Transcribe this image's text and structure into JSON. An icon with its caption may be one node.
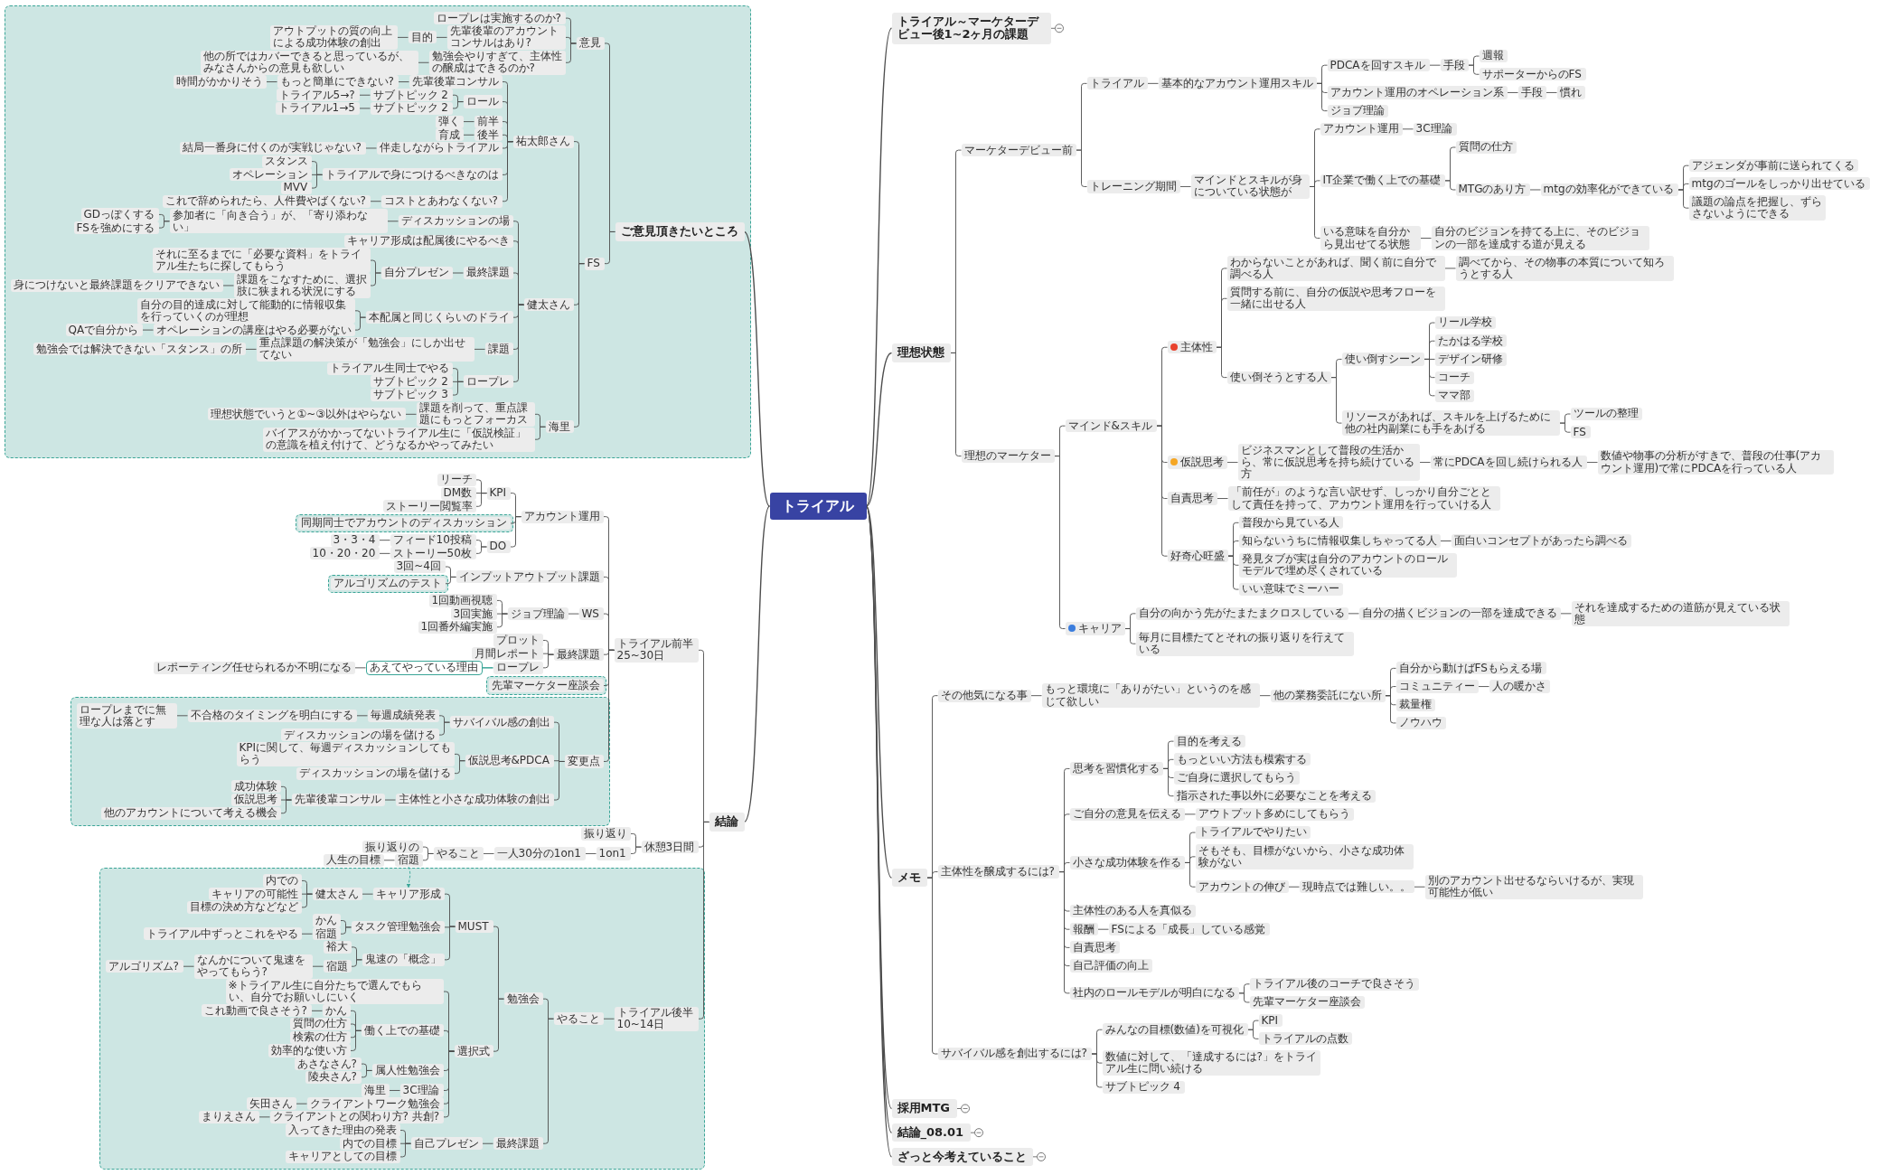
{
  "diagram": {
    "nodes": [
      {
        "text": [
          "トライアル"
        ]
      },
      {
        "text": [
          "トライアル～マーケターデビュー後1~2ヶ月の課題"
        ]
      },
      {
        "text": [
          "理想状態"
        ]
      },
      {
        "text": [
          "マーケターデビュー前"
        ]
      },
      {
        "text": [
          "トライアル"
        ]
      },
      {
        "text": [
          "基本的なアカウント運用スキル"
        ]
      },
      {
        "text": [
          "PDCAを回すスキル"
        ]
      },
      {
        "text": [
          "手段"
        ]
      },
      {
        "text": [
          "週報"
        ]
      },
      {
        "text": [
          "サポーターからのFS"
        ]
      },
      {
        "text": [
          "アカウント運用のオペレーション系"
        ]
      },
      {
        "text": [
          "手段"
        ]
      },
      {
        "text": [
          "慣れ"
        ]
      },
      {
        "text": [
          "ジョブ理論"
        ]
      },
      {
        "text": [
          "トレーニング期間"
        ]
      },
      {
        "text": [
          "マインドとスキルが身についている状態が"
        ]
      },
      {
        "text": [
          "アカウント運用"
        ]
      },
      {
        "text": [
          "3C理論"
        ]
      },
      {
        "text": [
          "IT企業で働く上での基礎"
        ]
      },
      {
        "text": [
          "質問の仕方"
        ]
      },
      {
        "text": [
          "MTGのあり方"
        ]
      },
      {
        "text": [
          "mtgの効率化ができている"
        ]
      },
      {
        "text": [
          "アジェンダが事前に送られてくる"
        ]
      },
      {
        "text": [
          "mtgのゴールをしっかり出せている"
        ]
      },
      {
        "text": [
          "議題の論点を把握し、ずらさないようにできる"
        ]
      },
      {
        "text": [
          "いる意味を自分から見出せてる状態"
        ]
      },
      {
        "text": [
          "自分のビジョンを持てる上に、そのビジョンの一部を達成する道が見える"
        ]
      },
      {
        "text": [
          "理想のマーケター"
        ]
      },
      {
        "text": [
          "マインド&スキル"
        ]
      },
      {
        "text": [
          "主体性"
        ]
      },
      {
        "text": [
          "わからないことがあれば、聞く前に自分で調べる人"
        ]
      },
      {
        "text": [
          "調べてから、その物事の本質について知ろうとする人"
        ]
      },
      {
        "text": [
          "質問する前に、自分の仮説や思考フローを一緒に出せる人"
        ]
      },
      {
        "text": [
          "使い倒そうとする人"
        ]
      },
      {
        "text": [
          "使い倒すシーン"
        ]
      },
      {
        "text": [
          "リール学校"
        ]
      },
      {
        "text": [
          "たかはる学校"
        ]
      },
      {
        "text": [
          "デザイン研修"
        ]
      },
      {
        "text": [
          "コーチ"
        ]
      },
      {
        "text": [
          "ママ部"
        ]
      },
      {
        "text": [
          "リソースがあれば、スキルを上げるために他の社内副業にも手をあげる"
        ]
      },
      {
        "text": [
          "ツールの整理"
        ]
      },
      {
        "text": [
          "FS"
        ]
      },
      {
        "text": [
          "仮説思考"
        ]
      },
      {
        "text": [
          "ビジネスマンとして普段の生活から、常に仮説思考を持ち続けている方"
        ]
      },
      {
        "text": [
          "常にPDCAを回し続けられる人"
        ]
      },
      {
        "text": [
          "数値や物事の分析がすきで、普段の仕事(アカウント運用)で常にPDCAを行っている人"
        ]
      },
      {
        "text": [
          "自責思考"
        ]
      },
      {
        "text": [
          "「前任が」のような言い訳せず、しっかり自分ごととして責任を持って、アカウント運用を行っていける人"
        ]
      },
      {
        "text": [
          "好奇心旺盛"
        ]
      },
      {
        "text": [
          "普段から見ている人"
        ]
      },
      {
        "text": [
          "知らないうちに情報収集しちゃってる人"
        ]
      },
      {
        "text": [
          "面白いコンセプトがあったら調べる"
        ]
      },
      {
        "text": [
          "発見タブが実は自分のアカウントのロールモデルで埋め尽くされている"
        ]
      },
      {
        "text": [
          "いい意味でミーハー"
        ]
      },
      {
        "text": [
          "キャリア"
        ]
      },
      {
        "text": [
          "自分の向かう先がたまたまクロスしている"
        ]
      },
      {
        "text": [
          "自分の描くビジョンの一部を達成できる"
        ]
      },
      {
        "text": [
          "それを達成するための道筋が見えている状態"
        ]
      },
      {
        "text": [
          "毎月に目標たてとそれの振り返りを行えている"
        ]
      },
      {
        "text": [
          "メモ"
        ]
      },
      {
        "text": [
          "その他気になる事"
        ]
      },
      {
        "text": [
          "もっと環境に「ありがたい」というのを感じて欲しい"
        ]
      },
      {
        "text": [
          "他の業務委託にない所"
        ]
      },
      {
        "text": [
          "自分から動けばFSもらえる場"
        ]
      },
      {
        "text": [
          "コミュニティー"
        ]
      },
      {
        "text": [
          "人の暖かさ"
        ]
      },
      {
        "text": [
          "裁量権"
        ]
      },
      {
        "text": [
          "ノウハウ"
        ]
      },
      {
        "text": [
          "主体性を醸成するには?"
        ]
      },
      {
        "text": [
          "思考を習慣化する"
        ]
      },
      {
        "text": [
          "目的を考える"
        ]
      },
      {
        "text": [
          "もっといい方法も模索する"
        ]
      },
      {
        "text": [
          "ご自身に選択してもらう"
        ]
      },
      {
        "text": [
          "指示された事以外に必要なことを考える"
        ]
      },
      {
        "text": [
          "ご自分の意見を伝える"
        ]
      },
      {
        "text": [
          "アウトプット多めにしてもらう"
        ]
      },
      {
        "text": [
          "小さな成功体験を作る"
        ]
      },
      {
        "text": [
          "トライアルでやりたい"
        ]
      },
      {
        "text": [
          "そもそも、目標がないから、小さな成功体験がない"
        ]
      },
      {
        "text": [
          "アカウントの伸び"
        ]
      },
      {
        "text": [
          "現時点では難しい。。"
        ]
      },
      {
        "text": [
          "別のアカウント出せるならいけるが、実現可能性が低い"
        ]
      },
      {
        "text": [
          "主体性のある人を真似る"
        ]
      },
      {
        "text": [
          "報酬"
        ]
      },
      {
        "text": [
          "FSによる「成長」している感覚"
        ]
      },
      {
        "text": [
          "自責思考"
        ]
      },
      {
        "text": [
          "自己評価の向上"
        ]
      },
      {
        "text": [
          "社内のロールモデルが明白になる"
        ]
      },
      {
        "text": [
          "トライアル後のコーチで良さそう"
        ]
      },
      {
        "text": [
          "先輩マーケター座談会"
        ]
      },
      {
        "text": [
          "サバイバル感を創出するには?"
        ]
      },
      {
        "text": [
          "みんなの目標(数値)を可視化"
        ]
      },
      {
        "text": [
          "KPI"
        ]
      },
      {
        "text": [
          "トライアルの点数"
        ]
      },
      {
        "text": [
          "数値に対して、「達成するには?」をトライアル生に問い続ける"
        ]
      },
      {
        "text": [
          "サブトピック 4"
        ]
      },
      {
        "text": [
          "採用MTG"
        ]
      },
      {
        "text": [
          "結論_08.01"
        ]
      },
      {
        "text": [
          "ざっと今考えていること"
        ]
      },
      {
        "text": [],
        "shape": "box"
      },
      {
        "text": [
          "ご意見頂きたいところ"
        ],
        "in": 100
      },
      {
        "text": [
          "意見"
        ],
        "in": 100
      },
      {
        "text": [
          "ロープレは実施するのか?"
        ],
        "in": 100
      },
      {
        "text": [
          "先輩後輩のアカウントコンサルはあり?"
        ],
        "in": 100
      },
      {
        "text": [
          "目的"
        ],
        "in": 100
      },
      {
        "text": [
          "アウトプットの質の向上による成功体験の創出"
        ],
        "in": 100
      },
      {
        "text": [
          "勉強会やりすぎて、主体性の醸成はできるのか?"
        ],
        "in": 100
      },
      {
        "text": [
          "他の所ではカバーできると思っているが、みなさんからの意見も欲しい"
        ],
        "in": 100
      },
      {
        "text": [
          "FS"
        ],
        "in": 100
      },
      {
        "text": [
          "祐太郎さん"
        ],
        "in": 100
      },
      {
        "text": [
          "先輩後輩コンサル"
        ],
        "in": 100
      },
      {
        "text": [
          "もっと簡単にできない?"
        ],
        "in": 100
      },
      {
        "text": [
          "時間がかかりそう"
        ],
        "in": 100
      },
      {
        "text": [
          "ロール"
        ],
        "in": 100
      },
      {
        "text": [
          "サブトピック 2"
        ],
        "in": 100
      },
      {
        "text": [
          "トライアル5→?"
        ],
        "in": 100
      },
      {
        "text": [
          "サブトピック 2"
        ],
        "in": 100
      },
      {
        "text": [
          "トライアル1→5"
        ],
        "in": 100
      },
      {
        "text": [
          "前半"
        ],
        "in": 100
      },
      {
        "text": [
          "弾く"
        ],
        "in": 100
      },
      {
        "text": [
          "後半"
        ],
        "in": 100
      },
      {
        "text": [
          "育成"
        ],
        "in": 100
      },
      {
        "text": [
          "伴走しながらトライアル"
        ],
        "in": 100
      },
      {
        "text": [
          "結局一番身に付くのが実戦じゃない?"
        ],
        "in": 100
      },
      {
        "text": [
          "トライアルで身につけるべきなのは"
        ],
        "in": 100
      },
      {
        "text": [
          "スタンス"
        ],
        "in": 100
      },
      {
        "text": [
          "オペレーション"
        ],
        "in": 100
      },
      {
        "text": [
          "MVV"
        ],
        "in": 100
      },
      {
        "text": [
          "コストとあわなくない?"
        ],
        "in": 100
      },
      {
        "text": [
          "これで辞められたら、人件費やばくない?"
        ],
        "in": 100
      },
      {
        "text": [
          "健太さん"
        ],
        "in": 100
      },
      {
        "text": [
          "ディスカッションの場"
        ],
        "in": 100
      },
      {
        "text": [
          "参加者に「向き合う」が、「寄り添わない」"
        ],
        "in": 100
      },
      {
        "text": [
          "GDっぽくする"
        ],
        "in": 100
      },
      {
        "text": [
          "FSを強めにする"
        ],
        "in": 100
      },
      {
        "text": [
          "キャリア形成は配属後にやるべき"
        ],
        "in": 100
      },
      {
        "text": [
          "最終課題"
        ],
        "in": 100
      },
      {
        "text": [
          "自分プレゼン"
        ],
        "in": 100
      },
      {
        "text": [
          "それに至るまでに「必要な資料」をトライアル生たちに探してもらう"
        ],
        "in": 100
      },
      {
        "text": [
          "課題をこなすために、選択肢に狭まれる状況にする"
        ],
        "in": 100
      },
      {
        "text": [
          "身につけないと最終課題をクリアできない"
        ],
        "in": 100
      },
      {
        "text": [
          "本配属と同じくらいのドライ"
        ],
        "in": 100
      },
      {
        "text": [
          "自分の目的達成に対して能動的に情報収集を行っていくのが理想"
        ],
        "in": 100
      },
      {
        "text": [
          "オペレーションの講座はやる必要がない"
        ],
        "in": 100
      },
      {
        "text": [
          "QAで自分から"
        ],
        "in": 100
      },
      {
        "text": [
          "課題"
        ],
        "in": 100
      },
      {
        "text": [
          "重点課題の解決策が「勉強会」にしか出せてない"
        ],
        "in": 100
      },
      {
        "text": [
          "勉強会では解決できない「スタンス」の所"
        ],
        "in": 100
      },
      {
        "text": [
          "ロープレ"
        ],
        "in": 100
      },
      {
        "text": [
          "トライアル生同士でやる"
        ],
        "in": 100
      },
      {
        "text": [
          "サブトピック 2"
        ],
        "in": 100
      },
      {
        "text": [
          "サブトピック 3"
        ],
        "in": 100
      },
      {
        "text": [
          "海里"
        ],
        "in": 100
      },
      {
        "text": [
          "課題を削って、重点課題にもっとフォーカス"
        ],
        "in": 100
      },
      {
        "text": [
          "理想状態でいうと①~③以外はやらない"
        ],
        "in": 100
      },
      {
        "text": [
          "バイアスがかかってないトライアル生に「仮説検証」の意識を植え付けて、どうなるかやってみたい"
        ],
        "in": 100
      },
      {
        "text": [
          "結論"
        ]
      },
      {
        "text": [
          "トライアル前半25~30日"
        ]
      },
      {
        "text": [
          "アカウント運用"
        ]
      },
      {
        "text": [
          "KPI"
        ]
      },
      {
        "text": [
          "リーチ"
        ]
      },
      {
        "text": [
          "DM数"
        ]
      },
      {
        "text": [
          "ストーリー閲覧率"
        ]
      },
      {
        "text": [],
        "shape": "box"
      },
      {
        "text": [
          "同期同士でアカウントのディスカッション"
        ],
        "in": 164
      },
      {
        "text": [
          "DO"
        ]
      },
      {
        "text": [
          "フィード10投稿"
        ]
      },
      {
        "text": [
          "3・3・4"
        ]
      },
      {
        "text": [
          "ストーリー50枚"
        ]
      },
      {
        "text": [
          "10・20・20"
        ]
      },
      {
        "text": [
          "インプットアウトプット課題"
        ]
      },
      {
        "text": [
          "3回~4回"
        ]
      },
      {
        "text": [],
        "shape": "box"
      },
      {
        "text": [
          "アルゴリズムのテスト"
        ],
        "in": 173
      },
      {
        "text": [
          "WS"
        ]
      },
      {
        "text": [
          "ジョブ理論"
        ]
      },
      {
        "text": [
          "1回動画視聴"
        ]
      },
      {
        "text": [
          "3回実施"
        ]
      },
      {
        "text": [
          "1回番外編実施"
        ]
      },
      {
        "text": [
          "最終課題"
        ]
      },
      {
        "text": [
          "プロット"
        ]
      },
      {
        "text": [
          "月間レポート"
        ]
      },
      {
        "text": [
          "ロープレ"
        ]
      },
      {
        "text": [
          "あえてやっている理由"
        ]
      },
      {
        "text": [
          "レポーティング任せられるか不明になる"
        ]
      },
      {
        "text": [],
        "shape": "box"
      },
      {
        "text": [
          "先輩マーケター座談会"
        ],
        "in": 186
      },
      {
        "text": [],
        "shape": "box"
      },
      {
        "text": [
          "変更点"
        ],
        "in": 188
      },
      {
        "text": [
          "サバイバル感の創出"
        ],
        "in": 188
      },
      {
        "text": [
          "毎週成績発表"
        ],
        "in": 188
      },
      {
        "text": [
          "不合格のタイミングを明白にする"
        ],
        "in": 188
      },
      {
        "text": [
          "ロープレまでに無理な人は落とす"
        ],
        "in": 188
      },
      {
        "text": [
          "ディスカッションの場を儲ける"
        ],
        "in": 188
      },
      {
        "text": [
          "仮説思考&PDCA"
        ],
        "in": 188
      },
      {
        "text": [
          "KPIに関して、毎週ディスカッションしてもらう"
        ],
        "in": 188
      },
      {
        "text": [
          "ディスカッションの場を儲ける"
        ],
        "in": 188
      },
      {
        "text": [
          "主体性と小さな成功体験の創出"
        ],
        "in": 188
      },
      {
        "text": [
          "先輩後輩コンサル"
        ],
        "in": 188
      },
      {
        "text": [
          "成功体験"
        ],
        "in": 188
      },
      {
        "text": [
          "仮説思考"
        ],
        "in": 188
      },
      {
        "text": [
          "他のアカウントについて考える機会"
        ],
        "in": 188
      },
      {
        "text": [
          "休憩3日間"
        ]
      },
      {
        "text": [
          "振り返り"
        ]
      },
      {
        "text": [
          "1on1"
        ]
      },
      {
        "text": [
          "一人30分の1on1"
        ]
      },
      {
        "text": [
          "やること"
        ]
      },
      {
        "text": [
          "振り返りの"
        ]
      },
      {
        "text": [
          "宿題"
        ]
      },
      {
        "text": [
          "人生の目標"
        ]
      },
      {
        "text": [],
        "shape": "box"
      },
      {
        "text": [
          "トライアル後半10~14日"
        ],
        "in": 211
      },
      {
        "text": [
          "やること"
        ],
        "in": 211
      },
      {
        "text": [
          "勉強会"
        ],
        "in": 211
      },
      {
        "text": [
          "MUST"
        ],
        "in": 211
      },
      {
        "text": [
          "キャリア形成"
        ],
        "in": 211
      },
      {
        "text": [
          "健太さん"
        ],
        "in": 211
      },
      {
        "text": [
          "内での"
        ],
        "in": 211
      },
      {
        "text": [
          "キャリアの可能性"
        ],
        "in": 211
      },
      {
        "text": [
          "目標の決め方などなど"
        ],
        "in": 211
      },
      {
        "text": [
          "タスク管理勉強会"
        ],
        "in": 211
      },
      {
        "text": [
          "かん"
        ],
        "in": 211
      },
      {
        "text": [
          "宿題"
        ],
        "in": 211
      },
      {
        "text": [
          "トライアル中ずっとこれをやる"
        ],
        "in": 211
      },
      {
        "text": [
          "鬼速の「概念」"
        ],
        "in": 211
      },
      {
        "text": [
          "裕大"
        ],
        "in": 211
      },
      {
        "text": [
          "宿題"
        ],
        "in": 211
      },
      {
        "text": [
          "なんかについて鬼速をやってもらう?"
        ],
        "in": 211
      },
      {
        "text": [
          "アルゴリズム?"
        ],
        "in": 211
      },
      {
        "text": [
          "選択式"
        ],
        "in": 211
      },
      {
        "text": [
          "※トライアル生に自分たちで選んでもらい、自分でお願いしにいく"
        ],
        "in": 211
      },
      {
        "text": [
          "働く上での基礎"
        ],
        "in": 211
      },
      {
        "text": [
          "かん"
        ],
        "in": 211
      },
      {
        "text": [
          "これ動画で良さそう?"
        ],
        "in": 211
      },
      {
        "text": [
          "質問の仕方"
        ],
        "in": 211
      },
      {
        "text": [
          "検索の仕方"
        ],
        "in": 211
      },
      {
        "text": [
          "効率的な使い方"
        ],
        "in": 211
      },
      {
        "text": [
          "属人性勉強会"
        ],
        "in": 211
      },
      {
        "text": [
          "あさなさん?"
        ],
        "in": 211
      },
      {
        "text": [
          "陵央さん?"
        ],
        "in": 211
      },
      {
        "text": [
          "3C理論"
        ],
        "in": 211
      },
      {
        "text": [
          "海里"
        ],
        "in": 211
      },
      {
        "text": [
          "クライアントワーク勉強会"
        ],
        "in": 211
      },
      {
        "text": [
          "矢田さん"
        ],
        "in": 211
      },
      {
        "text": [
          "クライアントとの関わり方? 共創?"
        ],
        "in": 211
      },
      {
        "text": [
          "まりえさん"
        ],
        "in": 211
      },
      {
        "text": [
          "最終課題"
        ],
        "in": 211
      },
      {
        "text": [
          "自己プレゼン"
        ],
        "in": 211
      },
      {
        "text": [
          "入ってきた理由の発表"
        ],
        "in": 211
      },
      {
        "text": [
          "内での目標"
        ],
        "in": 211
      },
      {
        "text": [
          "キャリアとしての目標"
        ],
        "in": 211
      }
    ],
    "edges": [
      {
        "from": 0,
        "to": 1,
        "arrow": "none"
      },
      {
        "from": 0,
        "to": 2,
        "arrow": "none"
      },
      {
        "from": 2,
        "to": 3,
        "arrow": "none"
      },
      {
        "from": 3,
        "to": 4,
        "arrow": "none"
      },
      {
        "from": 4,
        "to": 5,
        "arrow": "none"
      },
      {
        "from": 5,
        "to": 6,
        "arrow": "none"
      },
      {
        "from": 6,
        "to": 7,
        "arrow": "none"
      },
      {
        "from": 7,
        "to": 8,
        "arrow": "none"
      },
      {
        "from": 7,
        "to": 9,
        "arrow": "none"
      },
      {
        "from": 5,
        "to": 10,
        "arrow": "none"
      },
      {
        "from": 10,
        "to": 11,
        "arrow": "none"
      },
      {
        "from": 11,
        "to": 12,
        "arrow": "none"
      },
      {
        "from": 5,
        "to": 13,
        "arrow": "none"
      },
      {
        "from": 3,
        "to": 14,
        "arrow": "none"
      },
      {
        "from": 14,
        "to": 15,
        "arrow": "none"
      },
      {
        "from": 15,
        "to": 16,
        "arrow": "none"
      },
      {
        "from": 16,
        "to": 17,
        "arrow": "none"
      },
      {
        "from": 15,
        "to": 18,
        "arrow": "none"
      },
      {
        "from": 18,
        "to": 19,
        "arrow": "none"
      },
      {
        "from": 18,
        "to": 20,
        "arrow": "none"
      },
      {
        "from": 20,
        "to": 21,
        "arrow": "none"
      },
      {
        "from": 21,
        "to": 22,
        "arrow": "none"
      },
      {
        "from": 21,
        "to": 23,
        "arrow": "none"
      },
      {
        "from": 21,
        "to": 24,
        "arrow": "none"
      },
      {
        "from": 15,
        "to": 25,
        "arrow": "none"
      },
      {
        "from": 25,
        "to": 26,
        "arrow": "none"
      },
      {
        "from": 2,
        "to": 27,
        "arrow": "none"
      },
      {
        "from": 27,
        "to": 28,
        "arrow": "none"
      },
      {
        "from": 28,
        "to": 29,
        "arrow": "none"
      },
      {
        "from": 29,
        "to": 30,
        "arrow": "none"
      },
      {
        "from": 30,
        "to": 31,
        "arrow": "none"
      },
      {
        "from": 29,
        "to": 32,
        "arrow": "none"
      },
      {
        "from": 29,
        "to": 33,
        "arrow": "none"
      },
      {
        "from": 33,
        "to": 34,
        "arrow": "none"
      },
      {
        "from": 34,
        "to": 35,
        "arrow": "none"
      },
      {
        "from": 34,
        "to": 36,
        "arrow": "none"
      },
      {
        "from": 34,
        "to": 37,
        "arrow": "none"
      },
      {
        "from": 34,
        "to": 38,
        "arrow": "none"
      },
      {
        "from": 34,
        "to": 39,
        "arrow": "none"
      },
      {
        "from": 33,
        "to": 40,
        "arrow": "none"
      },
      {
        "from": 40,
        "to": 41,
        "arrow": "none"
      },
      {
        "from": 40,
        "to": 42,
        "arrow": "none"
      },
      {
        "from": 28,
        "to": 43,
        "arrow": "none"
      },
      {
        "from": 43,
        "to": 44,
        "arrow": "none"
      },
      {
        "from": 44,
        "to": 45,
        "arrow": "none"
      },
      {
        "from": 45,
        "to": 46,
        "arrow": "none"
      },
      {
        "from": 28,
        "to": 47,
        "arrow": "none"
      },
      {
        "from": 47,
        "to": 48,
        "arrow": "none"
      },
      {
        "from": 28,
        "to": 49,
        "arrow": "none"
      },
      {
        "from": 49,
        "to": 50,
        "arrow": "none"
      },
      {
        "from": 49,
        "to": 51,
        "arrow": "none"
      },
      {
        "from": 51,
        "to": 52,
        "arrow": "none"
      },
      {
        "from": 49,
        "to": 53,
        "arrow": "none"
      },
      {
        "from": 49,
        "to": 54,
        "arrow": "none"
      },
      {
        "from": 27,
        "to": 55,
        "arrow": "none"
      },
      {
        "from": 55,
        "to": 56,
        "arrow": "none"
      },
      {
        "from": 56,
        "to": 57,
        "arrow": "none"
      },
      {
        "from": 57,
        "to": 58,
        "arrow": "none"
      },
      {
        "from": 55,
        "to": 59,
        "arrow": "none"
      },
      {
        "from": 0,
        "to": 60,
        "arrow": "none"
      },
      {
        "from": 60,
        "to": 61,
        "arrow": "none"
      },
      {
        "from": 61,
        "to": 62,
        "arrow": "none"
      },
      {
        "from": 62,
        "to": 63,
        "arrow": "none"
      },
      {
        "from": 63,
        "to": 64,
        "arrow": "none"
      },
      {
        "from": 63,
        "to": 65,
        "arrow": "none"
      },
      {
        "from": 65,
        "to": 66,
        "arrow": "none"
      },
      {
        "from": 63,
        "to": 67,
        "arrow": "none"
      },
      {
        "from": 63,
        "to": 68,
        "arrow": "none"
      },
      {
        "from": 60,
        "to": 69,
        "arrow": "none"
      },
      {
        "from": 69,
        "to": 70,
        "arrow": "none"
      },
      {
        "from": 70,
        "to": 71,
        "arrow": "none"
      },
      {
        "from": 70,
        "to": 72,
        "arrow": "none"
      },
      {
        "from": 70,
        "to": 73,
        "arrow": "none"
      },
      {
        "from": 70,
        "to": 74,
        "arrow": "none"
      },
      {
        "from": 69,
        "to": 75,
        "arrow": "none"
      },
      {
        "from": 75,
        "to": 76,
        "arrow": "none"
      },
      {
        "from": 69,
        "to": 77,
        "arrow": "none"
      },
      {
        "from": 77,
        "to": 78,
        "arrow": "none"
      },
      {
        "from": 77,
        "to": 79,
        "arrow": "none"
      },
      {
        "from": 77,
        "to": 80,
        "arrow": "none"
      },
      {
        "from": 80,
        "to": 81,
        "arrow": "none"
      },
      {
        "from": 81,
        "to": 82,
        "arrow": "none"
      },
      {
        "from": 69,
        "to": 83,
        "arrow": "none"
      },
      {
        "from": 69,
        "to": 84,
        "arrow": "none"
      },
      {
        "from": 84,
        "to": 85,
        "arrow": "none"
      },
      {
        "from": 69,
        "to": 86,
        "arrow": "none"
      },
      {
        "from": 69,
        "to": 87,
        "arrow": "none"
      },
      {
        "from": 69,
        "to": 88,
        "arrow": "none"
      },
      {
        "from": 88,
        "to": 89,
        "arrow": "none"
      },
      {
        "from": 88,
        "to": 90,
        "arrow": "none"
      },
      {
        "from": 60,
        "to": 91,
        "arrow": "none"
      },
      {
        "from": 91,
        "to": 92,
        "arrow": "none"
      },
      {
        "from": 92,
        "to": 93,
        "arrow": "none"
      },
      {
        "from": 92,
        "to": 94,
        "arrow": "none"
      },
      {
        "from": 91,
        "to": 95,
        "arrow": "none"
      },
      {
        "from": 91,
        "to": 96,
        "arrow": "none"
      },
      {
        "from": 0,
        "to": 97,
        "arrow": "none"
      },
      {
        "from": 0,
        "to": 98,
        "arrow": "none"
      },
      {
        "from": 0,
        "to": 99,
        "arrow": "none"
      },
      {
        "from": 0,
        "to": 101,
        "arrow": "none"
      },
      {
        "from": 101,
        "to": 102,
        "arrow": "none"
      },
      {
        "from": 102,
        "to": 103,
        "arrow": "none"
      },
      {
        "from": 102,
        "to": 104,
        "arrow": "none"
      },
      {
        "from": 104,
        "to": 105,
        "arrow": "none"
      },
      {
        "from": 105,
        "to": 106,
        "arrow": "none"
      },
      {
        "from": 102,
        "to": 107,
        "arrow": "none"
      },
      {
        "from": 107,
        "to": 108,
        "arrow": "none"
      },
      {
        "from": 101,
        "to": 109,
        "arrow": "none"
      },
      {
        "from": 109,
        "to": 110,
        "arrow": "none"
      },
      {
        "from": 110,
        "to": 111,
        "arrow": "none"
      },
      {
        "from": 111,
        "to": 112,
        "arrow": "none"
      },
      {
        "from": 112,
        "to": 113,
        "arrow": "none"
      },
      {
        "from": 110,
        "to": 114,
        "arrow": "none"
      },
      {
        "from": 114,
        "to": 115,
        "arrow": "none"
      },
      {
        "from": 115,
        "to": 116,
        "arrow": "none"
      },
      {
        "from": 114,
        "to": 117,
        "arrow": "none"
      },
      {
        "from": 117,
        "to": 118,
        "arrow": "none"
      },
      {
        "from": 110,
        "to": 119,
        "arrow": "none"
      },
      {
        "from": 119,
        "to": 120,
        "arrow": "none"
      },
      {
        "from": 110,
        "to": 121,
        "arrow": "none"
      },
      {
        "from": 121,
        "to": 122,
        "arrow": "none"
      },
      {
        "from": 110,
        "to": 123,
        "arrow": "none"
      },
      {
        "from": 123,
        "to": 124,
        "arrow": "none"
      },
      {
        "from": 110,
        "to": 125,
        "arrow": "none"
      },
      {
        "from": 125,
        "to": 126,
        "arrow": "none"
      },
      {
        "from": 125,
        "to": 127,
        "arrow": "none"
      },
      {
        "from": 125,
        "to": 128,
        "arrow": "none"
      },
      {
        "from": 110,
        "to": 129,
        "arrow": "none"
      },
      {
        "from": 129,
        "to": 130,
        "arrow": "none"
      },
      {
        "from": 109,
        "to": 131,
        "arrow": "none"
      },
      {
        "from": 131,
        "to": 132,
        "arrow": "none"
      },
      {
        "from": 132,
        "to": 133,
        "arrow": "none"
      },
      {
        "from": 133,
        "to": 134,
        "arrow": "none"
      },
      {
        "from": 133,
        "to": 135,
        "arrow": "none"
      },
      {
        "from": 131,
        "to": 136,
        "arrow": "none"
      },
      {
        "from": 131,
        "to": 137,
        "arrow": "none"
      },
      {
        "from": 137,
        "to": 138,
        "arrow": "none"
      },
      {
        "from": 138,
        "to": 139,
        "arrow": "none"
      },
      {
        "from": 138,
        "to": 140,
        "arrow": "none"
      },
      {
        "from": 140,
        "to": 141,
        "arrow": "none"
      },
      {
        "from": 131,
        "to": 142,
        "arrow": "none"
      },
      {
        "from": 142,
        "to": 143,
        "arrow": "none"
      },
      {
        "from": 142,
        "to": 144,
        "arrow": "none"
      },
      {
        "from": 144,
        "to": 145,
        "arrow": "none"
      },
      {
        "from": 131,
        "to": 146,
        "arrow": "none"
      },
      {
        "from": 146,
        "to": 147,
        "arrow": "none"
      },
      {
        "from": 147,
        "to": 148,
        "arrow": "none"
      },
      {
        "from": 131,
        "to": 149,
        "arrow": "none"
      },
      {
        "from": 149,
        "to": 150,
        "arrow": "none"
      },
      {
        "from": 149,
        "to": 151,
        "arrow": "none"
      },
      {
        "from": 149,
        "to": 152,
        "arrow": "none"
      },
      {
        "from": 109,
        "to": 153,
        "arrow": "none"
      },
      {
        "from": 153,
        "to": 154,
        "arrow": "none"
      },
      {
        "from": 154,
        "to": 155,
        "arrow": "none"
      },
      {
        "from": 153,
        "to": 156,
        "arrow": "none"
      },
      {
        "from": 0,
        "to": 157,
        "arrow": "none"
      },
      {
        "from": 157,
        "to": 158,
        "arrow": "none"
      },
      {
        "from": 158,
        "to": 159,
        "arrow": "none"
      },
      {
        "from": 159,
        "to": 160,
        "arrow": "none"
      },
      {
        "from": 160,
        "to": 161,
        "arrow": "none"
      },
      {
        "from": 160,
        "to": 162,
        "arrow": "none"
      },
      {
        "from": 160,
        "to": 163,
        "arrow": "none"
      },
      {
        "from": 159,
        "to": 165,
        "arrow": "none"
      },
      {
        "from": 159,
        "to": 166,
        "arrow": "none"
      },
      {
        "from": 166,
        "to": 167,
        "arrow": "none"
      },
      {
        "from": 167,
        "to": 168,
        "arrow": "none"
      },
      {
        "from": 166,
        "to": 169,
        "arrow": "none"
      },
      {
        "from": 169,
        "to": 170,
        "arrow": "none"
      },
      {
        "from": 158,
        "to": 171,
        "arrow": "none"
      },
      {
        "from": 171,
        "to": 172,
        "arrow": "none"
      },
      {
        "from": 171,
        "to": 174,
        "arrow": "none"
      },
      {
        "from": 158,
        "to": 175,
        "arrow": "none"
      },
      {
        "from": 175,
        "to": 176,
        "arrow": "none"
      },
      {
        "from": 176,
        "to": 177,
        "arrow": "none"
      },
      {
        "from": 176,
        "to": 178,
        "arrow": "none"
      },
      {
        "from": 176,
        "to": 179,
        "arrow": "none"
      },
      {
        "from": 158,
        "to": 180,
        "arrow": "none"
      },
      {
        "from": 180,
        "to": 181,
        "arrow": "none"
      },
      {
        "from": 180,
        "to": 182,
        "arrow": "none"
      },
      {
        "from": 180,
        "to": 183,
        "arrow": "none"
      },
      {
        "from": 183,
        "to": 184,
        "arrow": "none",
        "color": "#3aa597"
      },
      {
        "from": 184,
        "to": 185,
        "arrow": "none"
      },
      {
        "from": 158,
        "to": 187,
        "arrow": "none"
      },
      {
        "from": 158,
        "to": 189,
        "arrow": "none"
      },
      {
        "from": 189,
        "to": 190,
        "arrow": "none"
      },
      {
        "from": 190,
        "to": 191,
        "arrow": "none"
      },
      {
        "from": 191,
        "to": 192,
        "arrow": "none"
      },
      {
        "from": 192,
        "to": 193,
        "arrow": "none"
      },
      {
        "from": 190,
        "to": 194,
        "arrow": "none"
      },
      {
        "from": 189,
        "to": 195,
        "arrow": "none"
      },
      {
        "from": 195,
        "to": 196,
        "arrow": "none"
      },
      {
        "from": 195,
        "to": 197,
        "arrow": "none"
      },
      {
        "from": 189,
        "to": 198,
        "arrow": "none"
      },
      {
        "from": 198,
        "to": 199,
        "arrow": "none"
      },
      {
        "from": 199,
        "to": 200,
        "arrow": "none"
      },
      {
        "from": 199,
        "to": 201,
        "arrow": "none"
      },
      {
        "from": 199,
        "to": 202,
        "arrow": "none"
      },
      {
        "from": 157,
        "to": 203,
        "arrow": "none"
      },
      {
        "from": 203,
        "to": 204,
        "arrow": "none"
      },
      {
        "from": 203,
        "to": 205,
        "arrow": "none"
      },
      {
        "from": 205,
        "to": 206,
        "arrow": "none"
      },
      {
        "from": 206,
        "to": 207,
        "arrow": "none"
      },
      {
        "from": 207,
        "to": 208,
        "arrow": "none"
      },
      {
        "from": 207,
        "to": 209,
        "arrow": "none"
      },
      {
        "from": 209,
        "to": 210,
        "arrow": "none"
      },
      {
        "from": 157,
        "to": 212,
        "arrow": "none"
      },
      {
        "from": 212,
        "to": 213,
        "arrow": "none"
      },
      {
        "from": 213,
        "to": 214,
        "arrow": "none"
      },
      {
        "from": 214,
        "to": 215,
        "arrow": "none"
      },
      {
        "from": 215,
        "to": 216,
        "arrow": "none"
      },
      {
        "from": 216,
        "to": 217,
        "arrow": "none"
      },
      {
        "from": 217,
        "to": 218,
        "arrow": "none"
      },
      {
        "from": 217,
        "to": 219,
        "arrow": "none"
      },
      {
        "from": 217,
        "to": 220,
        "arrow": "none"
      },
      {
        "from": 215,
        "to": 221,
        "arrow": "none"
      },
      {
        "from": 221,
        "to": 222,
        "arrow": "none"
      },
      {
        "from": 221,
        "to": 223,
        "arrow": "none"
      },
      {
        "from": 223,
        "to": 224,
        "arrow": "none"
      },
      {
        "from": 215,
        "to": 225,
        "arrow": "none"
      },
      {
        "from": 225,
        "to": 226,
        "arrow": "none"
      },
      {
        "from": 225,
        "to": 227,
        "arrow": "none"
      },
      {
        "from": 227,
        "to": 228,
        "arrow": "none"
      },
      {
        "from": 228,
        "to": 229,
        "arrow": "none"
      },
      {
        "from": 214,
        "to": 230,
        "arrow": "none"
      },
      {
        "from": 230,
        "to": 231,
        "arrow": "none"
      },
      {
        "from": 230,
        "to": 232,
        "arrow": "none"
      },
      {
        "from": 232,
        "to": 233,
        "arrow": "none"
      },
      {
        "from": 233,
        "to": 234,
        "arrow": "none"
      },
      {
        "from": 232,
        "to": 235,
        "arrow": "none"
      },
      {
        "from": 232,
        "to": 236,
        "arrow": "none"
      },
      {
        "from": 232,
        "to": 237,
        "arrow": "none"
      },
      {
        "from": 230,
        "to": 238,
        "arrow": "none"
      },
      {
        "from": 238,
        "to": 239,
        "arrow": "none"
      },
      {
        "from": 238,
        "to": 240,
        "arrow": "none"
      },
      {
        "from": 230,
        "to": 241,
        "arrow": "none"
      },
      {
        "from": 241,
        "to": 242,
        "arrow": "none"
      },
      {
        "from": 230,
        "to": 243,
        "arrow": "none"
      },
      {
        "from": 243,
        "to": 244,
        "arrow": "none"
      },
      {
        "from": 230,
        "to": 245,
        "arrow": "none"
      },
      {
        "from": 245,
        "to": 246,
        "arrow": "none"
      },
      {
        "from": 213,
        "to": 247,
        "arrow": "none"
      },
      {
        "from": 247,
        "to": 248,
        "arrow": "none"
      },
      {
        "from": 248,
        "to": 249,
        "arrow": "none"
      },
      {
        "from": 248,
        "to": 250,
        "arrow": "none"
      },
      {
        "from": 248,
        "to": 251,
        "arrow": "none"
      },
      {
        "from": 209,
        "to": 216,
        "arrow": "to",
        "style": "dashed",
        "color": "#3aa597"
      }
    ]
  }
}
